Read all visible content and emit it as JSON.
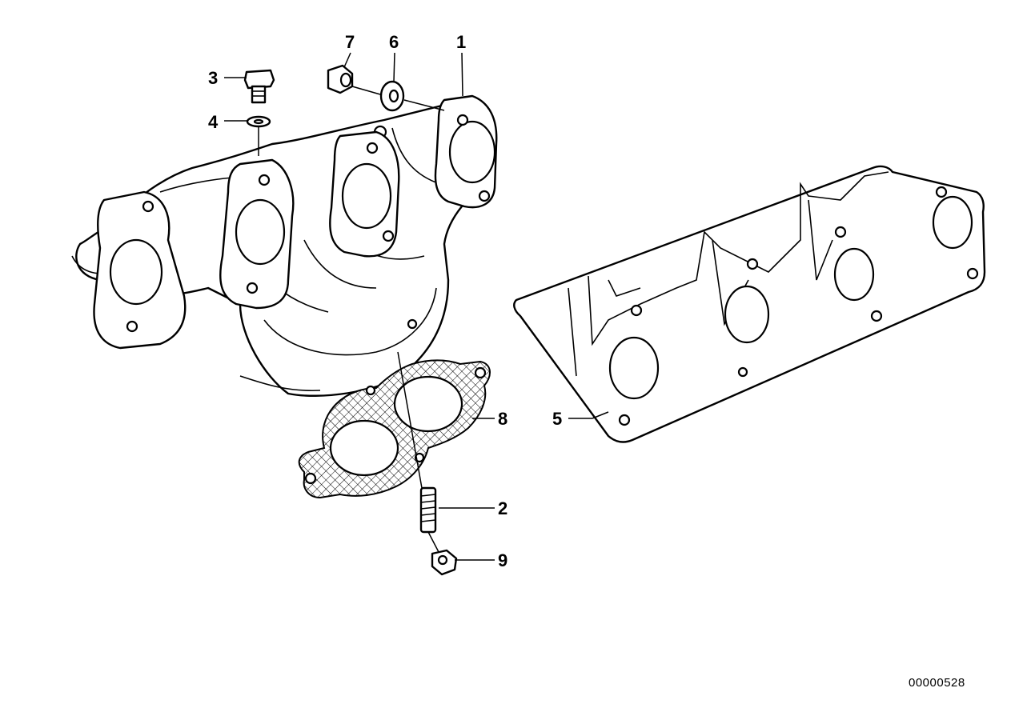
{
  "callouts": [
    {
      "id": "1",
      "label": "1"
    },
    {
      "id": "2",
      "label": "2"
    },
    {
      "id": "3",
      "label": "3"
    },
    {
      "id": "4",
      "label": "4"
    },
    {
      "id": "5",
      "label": "5"
    },
    {
      "id": "6",
      "label": "6"
    },
    {
      "id": "7",
      "label": "7"
    },
    {
      "id": "8",
      "label": "8"
    },
    {
      "id": "9",
      "label": "9"
    }
  ],
  "document_id": "00000528"
}
